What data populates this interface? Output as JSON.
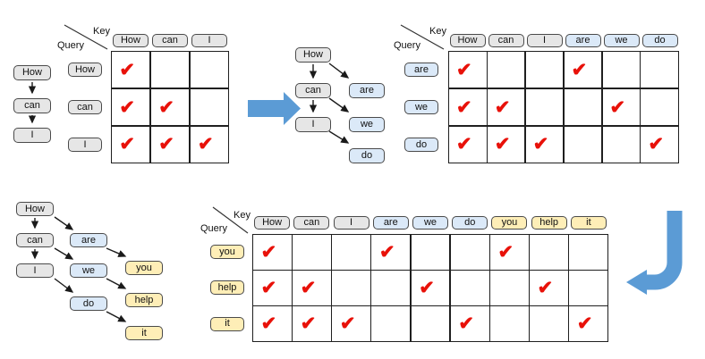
{
  "colors": {
    "gray_fill": "#e6e6e6",
    "blue_fill": "#dbe9f8",
    "yellow_fill": "#feeeb7",
    "box_border": "#4a4a4a",
    "check_red": "#e81109",
    "flow_arrow_blue": "#5b9bd5",
    "grid_line": "#1f1f1f"
  },
  "icons": {
    "checkmark_glyph": "✔"
  },
  "corner": {
    "key_label": "Key",
    "query_label": "Query"
  },
  "chains": {
    "chain1": {
      "nodes": [
        {
          "label": "How",
          "type": "gray"
        },
        {
          "label": "can",
          "type": "gray"
        },
        {
          "label": "I",
          "type": "gray"
        }
      ]
    },
    "chain2": {
      "nodes": [
        {
          "label": "How",
          "type": "gray"
        },
        {
          "label": "can",
          "type": "gray"
        },
        {
          "label": "I",
          "type": "gray"
        },
        {
          "label": "are",
          "type": "blue"
        },
        {
          "label": "we",
          "type": "blue"
        },
        {
          "label": "do",
          "type": "blue"
        }
      ]
    },
    "chain3": {
      "nodes": [
        {
          "label": "How",
          "type": "gray"
        },
        {
          "label": "can",
          "type": "gray"
        },
        {
          "label": "I",
          "type": "gray"
        },
        {
          "label": "are",
          "type": "blue"
        },
        {
          "label": "we",
          "type": "blue"
        },
        {
          "label": "do",
          "type": "blue"
        },
        {
          "label": "you",
          "type": "yellow"
        },
        {
          "label": "help",
          "type": "yellow"
        },
        {
          "label": "it",
          "type": "yellow"
        }
      ]
    }
  },
  "matrices": {
    "matrix1": {
      "keys": [
        {
          "label": "How",
          "type": "gray"
        },
        {
          "label": "can",
          "type": "gray"
        },
        {
          "label": "I",
          "type": "gray"
        }
      ],
      "queries": [
        {
          "label": "How",
          "type": "gray"
        },
        {
          "label": "can",
          "type": "gray"
        },
        {
          "label": "I",
          "type": "gray"
        }
      ],
      "grid": [
        [
          "✔",
          "",
          ""
        ],
        [
          "✔",
          "✔",
          ""
        ],
        [
          "✔",
          "✔",
          "✔"
        ]
      ]
    },
    "matrix2": {
      "keys": [
        {
          "label": "How",
          "type": "gray"
        },
        {
          "label": "can",
          "type": "gray"
        },
        {
          "label": "I",
          "type": "gray"
        },
        {
          "label": "are",
          "type": "blue"
        },
        {
          "label": "we",
          "type": "blue"
        },
        {
          "label": "do",
          "type": "blue"
        }
      ],
      "queries": [
        {
          "label": "are",
          "type": "blue"
        },
        {
          "label": "we",
          "type": "blue"
        },
        {
          "label": "do",
          "type": "blue"
        }
      ],
      "grid": [
        [
          "✔",
          "",
          "",
          "✔",
          "",
          ""
        ],
        [
          "✔",
          "✔",
          "",
          "",
          "✔",
          ""
        ],
        [
          "✔",
          "✔",
          "✔",
          "",
          "",
          "✔"
        ]
      ]
    },
    "matrix3": {
      "keys": [
        {
          "label": "How",
          "type": "gray"
        },
        {
          "label": "can",
          "type": "gray"
        },
        {
          "label": "I",
          "type": "gray"
        },
        {
          "label": "are",
          "type": "blue"
        },
        {
          "label": "we",
          "type": "blue"
        },
        {
          "label": "do",
          "type": "blue"
        },
        {
          "label": "you",
          "type": "yellow"
        },
        {
          "label": "help",
          "type": "yellow"
        },
        {
          "label": "it",
          "type": "yellow"
        }
      ],
      "queries": [
        {
          "label": "you",
          "type": "yellow"
        },
        {
          "label": "help",
          "type": "yellow"
        },
        {
          "label": "it",
          "type": "yellow"
        }
      ],
      "grid": [
        [
          "✔",
          "",
          "",
          "✔",
          "",
          "",
          "✔",
          "",
          ""
        ],
        [
          "✔",
          "✔",
          "",
          "",
          "✔",
          "",
          "",
          "✔",
          ""
        ],
        [
          "✔",
          "✔",
          "✔",
          "",
          "",
          "✔",
          "",
          "",
          "✔"
        ]
      ]
    }
  }
}
